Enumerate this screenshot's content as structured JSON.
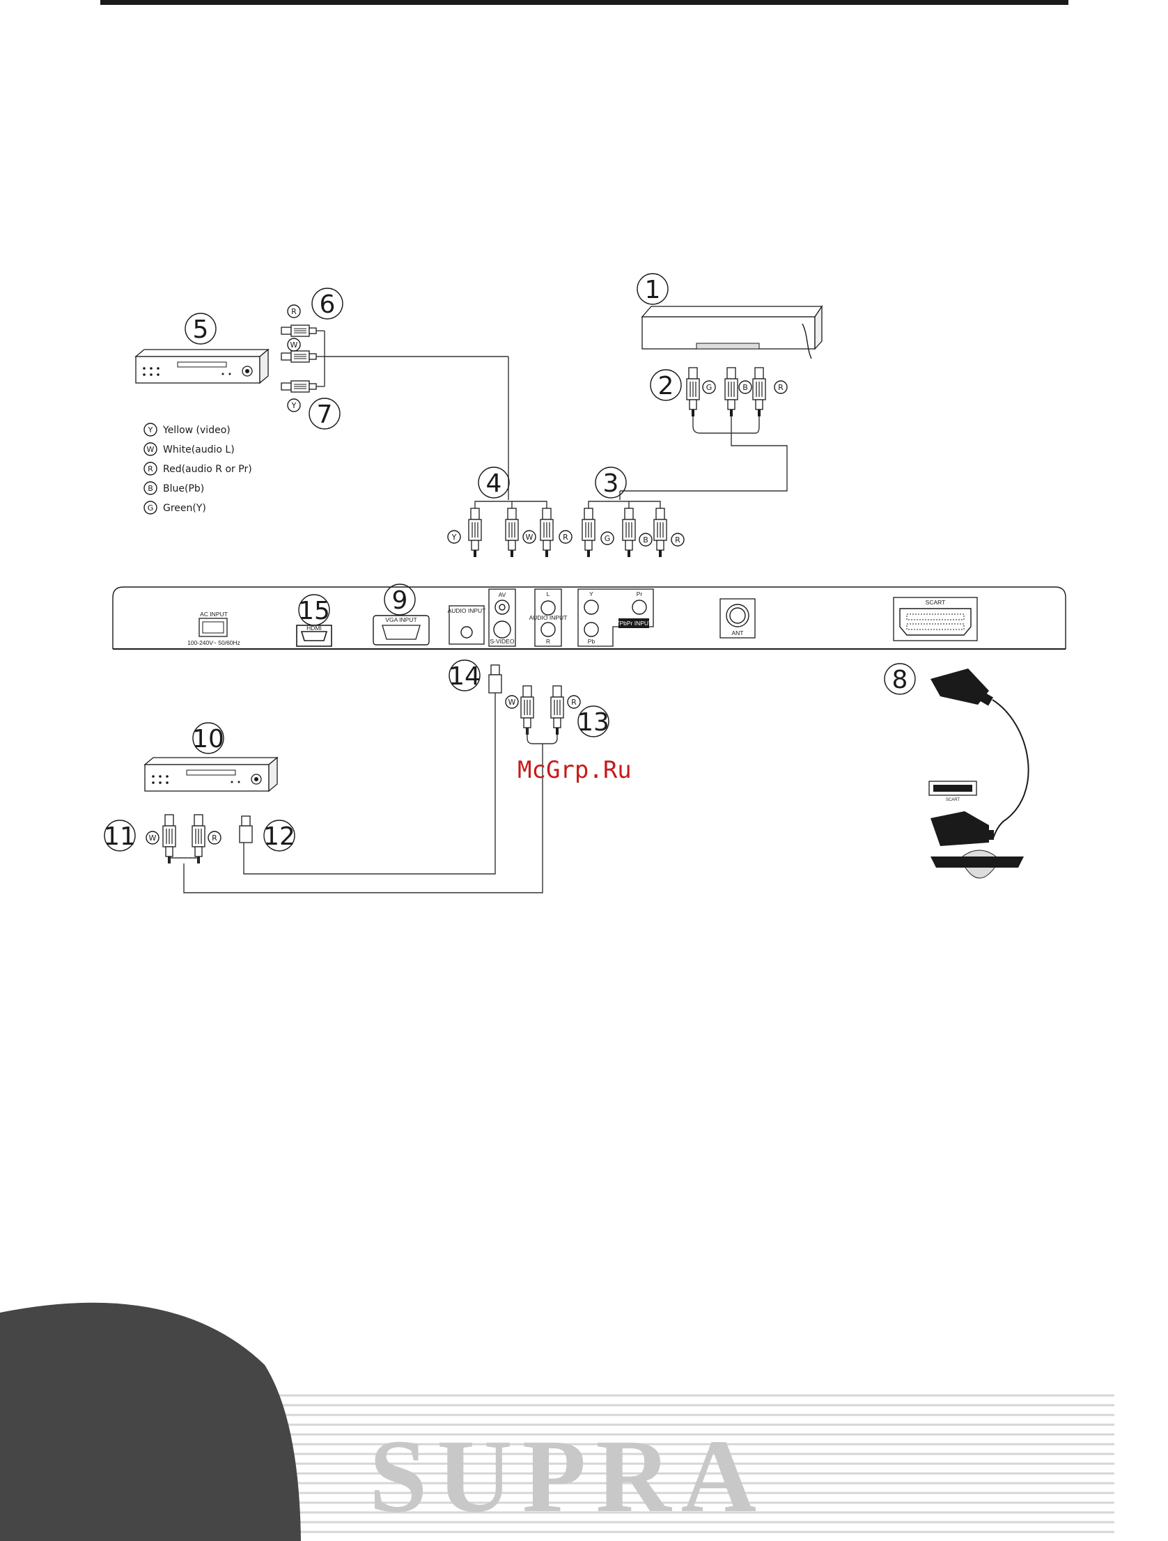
{
  "legend": [
    {
      "code": "Y",
      "text": "Yellow (video)"
    },
    {
      "code": "W",
      "text": "White(audio L)"
    },
    {
      "code": "R",
      "text": "Red(audio R or Pr)"
    },
    {
      "code": "B",
      "text": "Blue(Pb)"
    },
    {
      "code": "G",
      "text": "Green(Y)"
    }
  ],
  "callouts": [
    "1",
    "2",
    "3",
    "4",
    "5",
    "6",
    "7",
    "8",
    "9",
    "10",
    "11",
    "12",
    "13",
    "14",
    "15"
  ],
  "plug_codes": {
    "y": "Y",
    "w": "W",
    "r": "R",
    "b": "B",
    "g": "G"
  },
  "ports": {
    "ac_input": "AC INPUT",
    "ac_voltage": "100-240V~ 50/60Hz",
    "hdmi": "HDMI",
    "vga_input": "VGA INPUT",
    "audio_input": "AUDIO INPUT",
    "av": "AV",
    "s_video": "S-VIDEO",
    "audio_input_2": "AUDIO INPUT",
    "left": "L",
    "right": "R",
    "y": "Y",
    "pr": "Pr",
    "pb": "Pb",
    "ypbpr_input": "YPbPr INPUT",
    "ant": "ANT",
    "scart": "SCART",
    "scart_small": "SCART"
  },
  "watermark": "McGrp.Ru",
  "brand": "SUPRA",
  "colors": {
    "ink": "#1a1a1a",
    "watermark": "#c81a1a",
    "brand": "#c8c8c8",
    "corner": "#464646"
  }
}
